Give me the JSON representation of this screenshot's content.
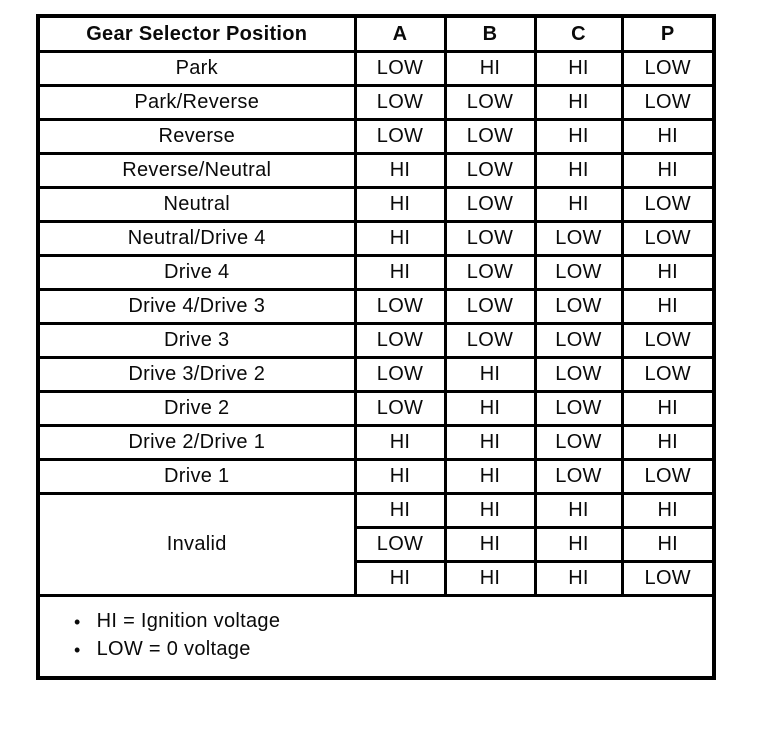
{
  "colors": {
    "page_background": "#ffffff",
    "border": "#000000",
    "text": "#0a0a0a"
  },
  "table": {
    "header": {
      "gear_label": "Gear Selector Position",
      "signals": [
        "A",
        "B",
        "C",
        "P"
      ]
    },
    "rows": [
      {
        "gear": "Park",
        "values": [
          "LOW",
          "HI",
          "HI",
          "LOW"
        ]
      },
      {
        "gear": "Park/Reverse",
        "values": [
          "LOW",
          "LOW",
          "HI",
          "LOW"
        ]
      },
      {
        "gear": "Reverse",
        "values": [
          "LOW",
          "LOW",
          "HI",
          "HI"
        ]
      },
      {
        "gear": "Reverse/Neutral",
        "values": [
          "HI",
          "LOW",
          "HI",
          "HI"
        ]
      },
      {
        "gear": "Neutral",
        "values": [
          "HI",
          "LOW",
          "HI",
          "LOW"
        ]
      },
      {
        "gear": "Neutral/Drive 4",
        "values": [
          "HI",
          "LOW",
          "LOW",
          "LOW"
        ]
      },
      {
        "gear": "Drive 4",
        "values": [
          "HI",
          "LOW",
          "LOW",
          "HI"
        ]
      },
      {
        "gear": "Drive 4/Drive 3",
        "values": [
          "LOW",
          "LOW",
          "LOW",
          "HI"
        ]
      },
      {
        "gear": "Drive 3",
        "values": [
          "LOW",
          "LOW",
          "LOW",
          "LOW"
        ]
      },
      {
        "gear": "Drive 3/Drive 2",
        "values": [
          "LOW",
          "HI",
          "LOW",
          "LOW"
        ]
      },
      {
        "gear": "Drive 2",
        "values": [
          "LOW",
          "HI",
          "LOW",
          "HI"
        ]
      },
      {
        "gear": "Drive 2/Drive 1",
        "values": [
          "HI",
          "HI",
          "LOW",
          "HI"
        ]
      },
      {
        "gear": "Drive 1",
        "values": [
          "HI",
          "HI",
          "LOW",
          "LOW"
        ]
      }
    ],
    "invalid_group": {
      "label": "Invalid",
      "rows": [
        [
          "HI",
          "HI",
          "HI",
          "HI"
        ],
        [
          "LOW",
          "HI",
          "HI",
          "HI"
        ],
        [
          "HI",
          "HI",
          "HI",
          "LOW"
        ]
      ]
    },
    "legend": {
      "bullet": "•",
      "items": [
        "HI = Ignition voltage",
        "LOW = 0 voltage"
      ]
    }
  }
}
